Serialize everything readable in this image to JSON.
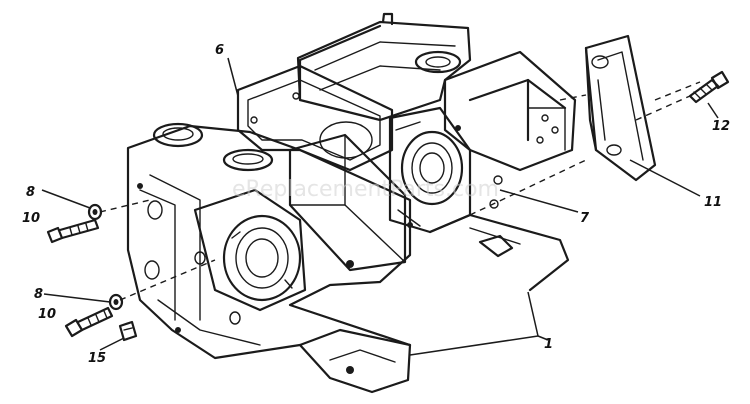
{
  "watermark": "eReplacementParts.com",
  "callouts": {
    "c1": "1",
    "c6": "6",
    "c7": "7",
    "c8a": "8",
    "c8b": "8",
    "c10a": "10",
    "c10b": "10",
    "c11": "11",
    "c12": "12",
    "c15": "15"
  },
  "colors": {
    "ink": "#1b1b1b",
    "paper": "#ffffff",
    "watermark": "#cfcfcf"
  }
}
